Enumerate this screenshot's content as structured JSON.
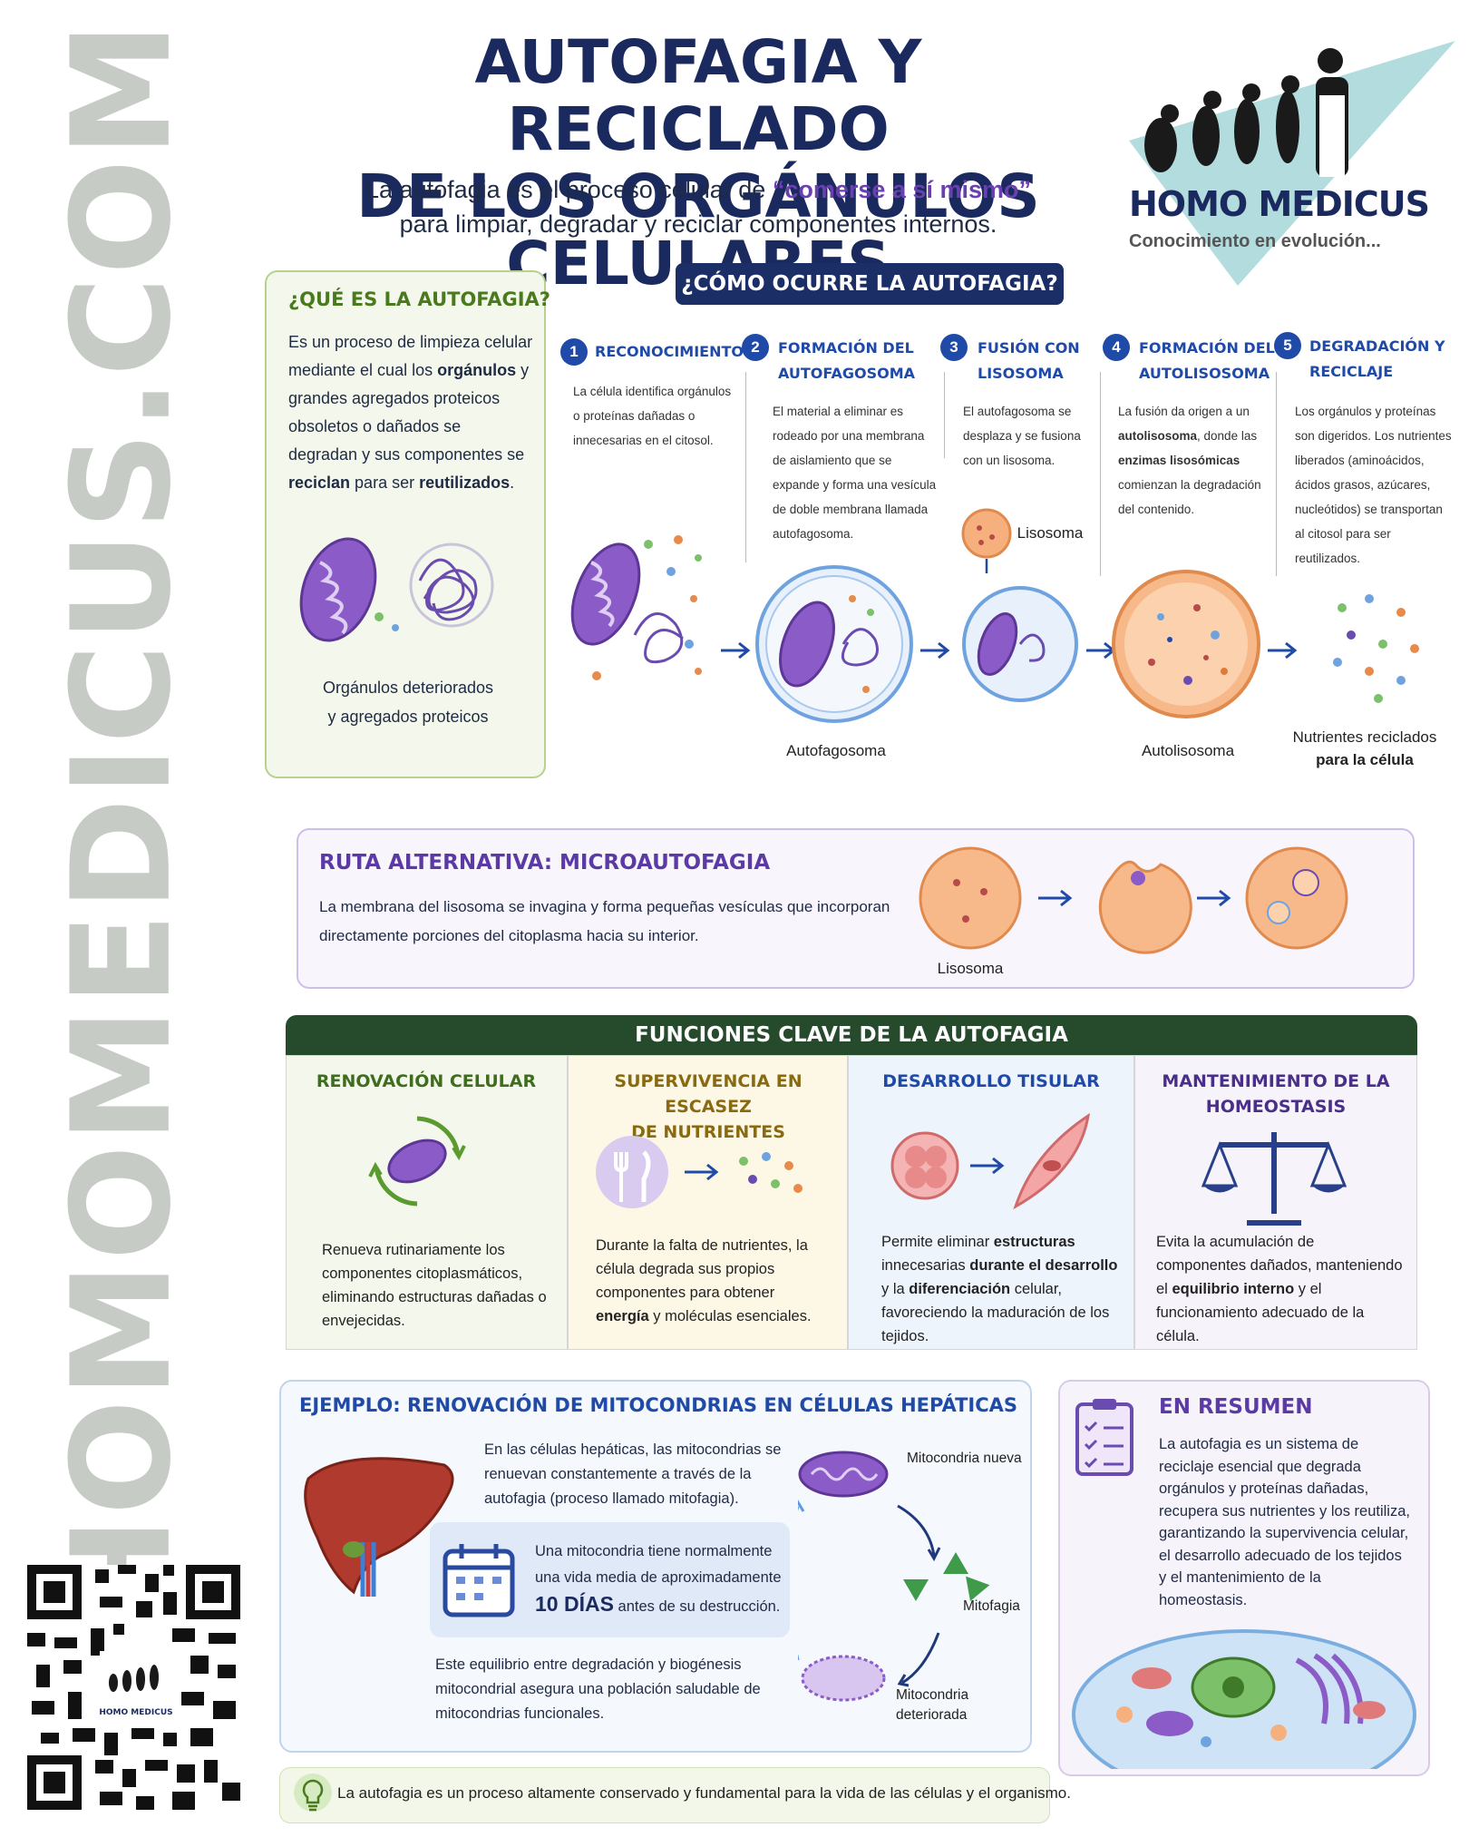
{
  "watermark": "HOMOMEDICUS.COM",
  "header": {
    "title_line1": "AUTOFAGIA Y RECICLADO",
    "title_line2": "DE LOS ORGÁNULOS CELULARES",
    "subtitle_pre": "La autofagia es el proceso celular de ",
    "subtitle_highlight": "“comerse a sí mismo”",
    "subtitle_post": "para limpiar, degradar y reciclar componentes internos."
  },
  "logo": {
    "brand": "HOMO MEDICUS",
    "tagline": "Conocimiento en evolución..."
  },
  "que_es": {
    "title": "¿QUÉ ES LA AUTOFAGIA?",
    "body_1": "Es un proceso de limpieza celular mediante el cual los ",
    "body_bold_1": "orgánulos",
    "body_2": " y grandes agregados proteicos obsoletos o dañados se degradan y sus componentes se ",
    "body_bold_2": "reciclan",
    "body_3": " para ser ",
    "body_bold_3": "reutilizados",
    "body_4": ".",
    "caption_line1": "Orgánulos deteriorados",
    "caption_line2": "y agregados proteicos"
  },
  "como_ocurre": {
    "title": "¿CÓMO OCURRE LA AUTOFAGIA?",
    "steps": [
      {
        "num": "1",
        "title_l1": "RECONOCIMIENTO",
        "title_l2": "",
        "desc": "La célula identifica orgánulos o proteínas dañadas o innecesarias en el citosol."
      },
      {
        "num": "2",
        "title_l1": "FORMACIÓN DEL",
        "title_l2": "AUTOFAGOSOMA",
        "desc": "El material a eliminar es rodeado por una membrana de aislamiento que se expande y forma una vesícula de doble membrana llamada autofagosoma."
      },
      {
        "num": "3",
        "title_l1": "FUSIÓN CON",
        "title_l2": "LISOSOMA",
        "desc": "El autofagosoma se desplaza y se fusiona con un lisosoma."
      },
      {
        "num": "4",
        "title_l1": "FORMACIÓN DEL",
        "title_l2": "AUTOLISOSOMA",
        "desc_pre": "La fusión da origen a un ",
        "desc_b1": "autolisosoma",
        "desc_mid": ", donde las ",
        "desc_b2": "enzimas lisosómicas",
        "desc_post": " comienzan la degradación del contenido."
      },
      {
        "num": "5",
        "title_l1": "DEGRADACIÓN Y",
        "title_l2": "RECICLAJE",
        "desc": "Los orgánulos y proteínas son digeridos. Los nutrientes liberados (aminoácidos, ácidos grasos, azúcares, nucleótidos) se transportan al citosol para ser reutilizados."
      }
    ],
    "labels": {
      "autofagosoma": "Autofagosoma",
      "lisosoma": "Lisosoma",
      "autolisosoma": "Autolisosoma",
      "nutrientes_l1": "Nutrientes reciclados",
      "nutrientes_l2": "para la célula"
    }
  },
  "micro": {
    "title": "RUTA ALTERNATIVA: MICROAUTOFAGIA",
    "body": "La membrana del lisosoma se invagina y forma pequeñas vesículas que incorporan directamente porciones del citoplasma hacia su interior.",
    "lisosoma_label": "Lisosoma"
  },
  "funciones": {
    "title": "FUNCIONES CLAVE DE LA AUTOFAGIA",
    "items": [
      {
        "title": "RENOVACIÓN CELULAR",
        "title_l2": "",
        "desc": "Renueva rutinariamente los componentes citoplasmáticos, eliminando estructuras dañadas o envejecidas.",
        "color": "#3f6d1e"
      },
      {
        "title": "SUPERVIVENCIA EN ESCASEZ",
        "title_l2": "DE NUTRIENTES",
        "desc_pre": "Durante la falta de nutrientes, la célula degrada sus propios componentes para obtener ",
        "desc_b1": "energía",
        "desc_post": " y moléculas esenciales.",
        "color": "#8a6a10"
      },
      {
        "title": "DESARROLLO TISULAR",
        "title_l2": "",
        "desc_pre": "Permite eliminar ",
        "desc_b1": "estructuras",
        "desc_mid1": " innecesarias ",
        "desc_b2": "durante el desarrollo",
        "desc_mid2": " y la ",
        "desc_b3": "diferenciación",
        "desc_post": " celular, favoreciendo la maduración de los tejidos.",
        "color": "#1f4aa8"
      },
      {
        "title": "MANTENIMIENTO DE LA",
        "title_l2": "HOMEOSTASIS",
        "desc_pre": "Evita la acumulación de componentes dañados, manteniendo el ",
        "desc_b1": "equilibrio interno",
        "desc_post": " y el funcionamiento adecuado de la célula.",
        "color": "#4a2f8a"
      }
    ]
  },
  "ejemplo": {
    "title": "EJEMPLO: RENOVACIÓN DE MITOCONDRIAS EN CÉLULAS HEPÁTICAS",
    "body1": "En las células hepáticas, las mitocondrias se renuevan constantemente a través de la autofagia (proceso llamado mitofagia).",
    "box_pre": "Una mitocondria tiene normalmente una vida media de aproximadamente",
    "box_big": "10 DÍAS",
    "box_post": " antes de su destrucción.",
    "body2": "Este equilibrio entre degradación y biogénesis mitocondrial asegura una población saludable de mitocondrias funcionales.",
    "label_nueva": "Mitocondria nueva",
    "label_mitofagia": "Mitofagia",
    "label_det_l1": "Mitocondria",
    "label_det_l2": "deteriorada"
  },
  "resumen": {
    "title": "EN RESUMEN",
    "body": "La autofagia es un sistema de reciclaje esencial que degrada orgánulos y proteínas dañadas, recupera sus nutrientes y los reutiliza, garantizando la supervivencia celular, el desarrollo adecuado de los tejidos y el mantenimiento de la homeostasis."
  },
  "footer": {
    "text": "La autofagia es un proceso altamente conservado y fundamental para la vida de las células y el organismo."
  },
  "qr": {
    "brand": "HOMO MEDICUS"
  },
  "colors": {
    "navy": "#1b2a5e",
    "purple": "#6a3fb0",
    "green": "#264a2c",
    "blue": "#1f4aa8"
  }
}
